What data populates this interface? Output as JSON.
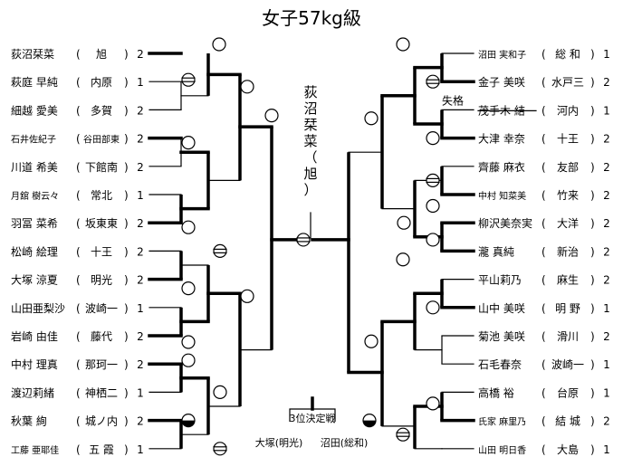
{
  "title": "女子57kg級",
  "champion": "荻沼栞菜（旭）",
  "champion_vertical": [
    "荻",
    "沼",
    "栞",
    "菜",
    "（",
    "旭",
    "）"
  ],
  "third_place": {
    "label": "3位決定戦",
    "left": "大塚(明光)",
    "right": "沼田(総和)"
  },
  "forfeit_label": "失格",
  "left_entries": [
    {
      "name": "荻沼栞菜",
      "school": "旭",
      "seed": "2"
    },
    {
      "name": "萩庭 早純",
      "school": "内原",
      "seed": "1"
    },
    {
      "name": "細越 愛美",
      "school": "多賀",
      "seed": "2"
    },
    {
      "name": "石井佐紀子",
      "school": "谷田部東",
      "seed": "2"
    },
    {
      "name": "川道 希美",
      "school": "下館南",
      "seed": "2"
    },
    {
      "name": "月舘 樹云々",
      "school": "常北",
      "seed": "1"
    },
    {
      "name": "羽冨 菜希",
      "school": "坂東東",
      "seed": "2"
    },
    {
      "name": "松崎 絵理",
      "school": "十王",
      "seed": "2"
    },
    {
      "name": "大塚 涼夏",
      "school": "明光",
      "seed": "2"
    },
    {
      "name": "山田亜梨沙",
      "school": "波崎一",
      "seed": "1"
    },
    {
      "name": "岩崎 由佳",
      "school": "藤代",
      "seed": "2"
    },
    {
      "name": "中村 理真",
      "school": "那珂一",
      "seed": "2"
    },
    {
      "name": "渡辺莉緒",
      "school": "神栖二",
      "seed": "1"
    },
    {
      "name": "秋葉 絢",
      "school": "城ノ内",
      "seed": "2"
    },
    {
      "name": "工藤 亜耶佳",
      "school": "五 霞",
      "seed": "1"
    }
  ],
  "right_entries": [
    {
      "name": "沼田 実和子",
      "school": "総 和",
      "seed": "1"
    },
    {
      "name": "金子 美咲",
      "school": "水戸三",
      "seed": "2"
    },
    {
      "name": "茂手木 結",
      "school": "河内",
      "seed": "1"
    },
    {
      "name": "大津 幸奈",
      "school": "十王",
      "seed": "2"
    },
    {
      "name": "齊藤 麻衣",
      "school": "友部",
      "seed": "2"
    },
    {
      "name": "中村 知菜美",
      "school": "竹来",
      "seed": "2"
    },
    {
      "name": "柳沢美奈実",
      "school": "大洋",
      "seed": "2"
    },
    {
      "name": "瀧 真純",
      "school": "新治",
      "seed": "2"
    },
    {
      "name": "平山莉乃",
      "school": "麻生",
      "seed": "2"
    },
    {
      "name": "山中 美咲",
      "school": "明 野",
      "seed": "1"
    },
    {
      "name": "菊池 美咲",
      "school": "滑川",
      "seed": "2"
    },
    {
      "name": "石毛春奈",
      "school": "波崎一",
      "seed": "1"
    },
    {
      "name": "高橋 裕",
      "school": "台原",
      "seed": "1"
    },
    {
      "name": "氏家 麻里乃",
      "school": "結 城",
      "seed": "2"
    },
    {
      "name": "山田 明日香",
      "school": "大島",
      "seed": "1"
    }
  ]
}
